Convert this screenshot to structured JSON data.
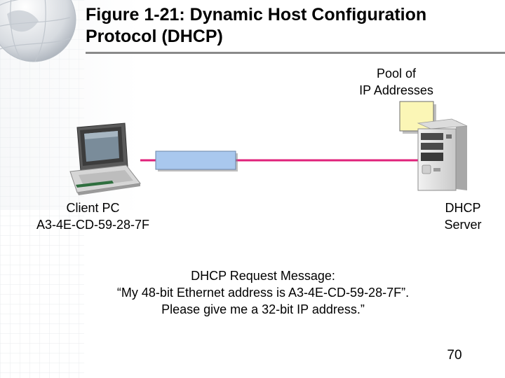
{
  "slide": {
    "title_line1": "Figure 1-21: Dynamic Host Configuration",
    "title_line2": "Protocol (DHCP)",
    "page_number": "70"
  },
  "diagram": {
    "pool_label_line1": "Pool of",
    "pool_label_line2": "IP Addresses",
    "client_label_line1": "Client PC",
    "client_label_line2": "A3-4E-CD-59-28-7F",
    "server_label_line1": "DHCP",
    "server_label_line2": "Server",
    "message_line1": "DHCP Request Message:",
    "message_line2": "“My 48-bit Ethernet address is A3-4E-CD-59-28-7F”.",
    "message_line3": "Please give me a 32-bit IP address.”",
    "colors": {
      "connection_line": "#e0217a",
      "message_box": "#a9c8ee",
      "pool_box": "#fbf6b6"
    },
    "icons": [
      "globe-icon",
      "client-pc-icon",
      "dhcp-server-icon"
    ]
  }
}
